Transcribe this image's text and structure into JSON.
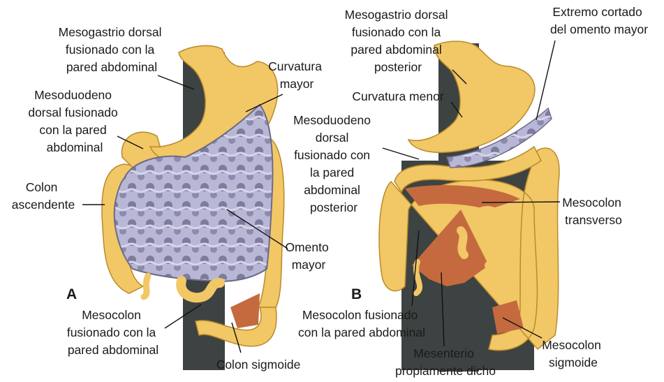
{
  "panels": {
    "a": {
      "letter": "A",
      "labels": {
        "mesogastrio_l1": "Mesogastrio dorsal",
        "mesogastrio_l2": "fusionado con la",
        "mesogastrio_l3": "pared abdominal",
        "mesoduodeno_l1": "Mesoduodeno",
        "mesoduodeno_l2": "dorsal fusionado",
        "mesoduodeno_l3": "con la pared",
        "mesoduodeno_l4": "abdominal",
        "curvatura_l1": "Curvatura",
        "curvatura_l2": "mayor",
        "colon_asc_l1": "Colon",
        "colon_asc_l2": "ascendente",
        "omento_l1": "Omento",
        "omento_l2": "mayor",
        "mesocolon_l1": "Mesocolon",
        "mesocolon_l2": "fusionado con la",
        "mesocolon_l3": "pared abdominal",
        "colon_sig": "Colon sigmoide"
      }
    },
    "b": {
      "letter": "B",
      "labels": {
        "mesogastrio_l1": "Mesogastrio dorsal",
        "mesogastrio_l2": "fusionado con la",
        "mesogastrio_l3": "pared abdominal",
        "mesogastrio_l4": "posterior",
        "extremo_l1": "Extremo cortado",
        "extremo_l2": "del omento mayor",
        "curv_menor": "Curvatura menor",
        "mesoduodeno_l1": "Mesoduodeno",
        "mesoduodeno_l2": "dorsal",
        "mesoduodeno_l3": "fusionado con",
        "mesoduodeno_l4": "la pared",
        "mesoduodeno_l5": "abdominal",
        "mesoduodeno_l6": "posterior",
        "mesocolon_t_l1": "Mesocolon",
        "mesocolon_t_l2": "transverso",
        "mesocolon_f_l1": "Mesocolon fusionado",
        "mesocolon_f_l2": "con la pared abdominal",
        "mesenterio_l1": "Mesenterio",
        "mesenterio_l2": "propiamente dicho",
        "mesocolon_s_l1": "Mesocolon",
        "mesocolon_s_l2": "sigmoide"
      }
    }
  },
  "colors": {
    "organ": "#f2c766",
    "organ_stroke": "#b88a2a",
    "wall": "#3d4342",
    "omentum": "#b9b7d6",
    "omentum_dark": "#6c6a86",
    "mesentery": "#c56a3f"
  }
}
